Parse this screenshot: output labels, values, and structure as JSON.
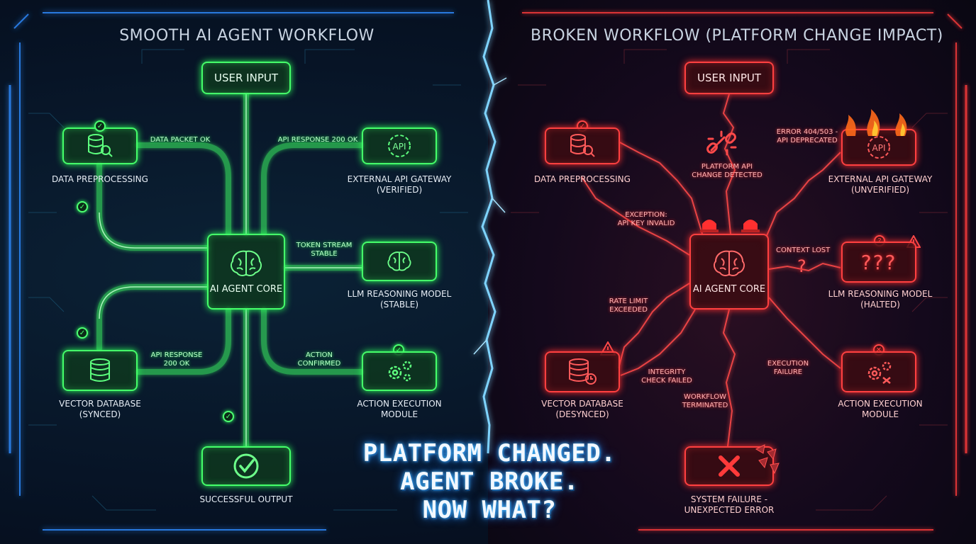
{
  "left": {
    "title": "SMOOTH AI AGENT WORKFLOW",
    "nodes": {
      "user_input": "USER INPUT",
      "data_preprocessing": "DATA PREPROCESSING",
      "external_api": [
        "EXTERNAL API GATEWAY",
        "(VERIFIED)"
      ],
      "core": "AI AGENT CORE",
      "llm": [
        "LLM REASONING MODEL",
        "(STABLE)"
      ],
      "vector_db": [
        "VECTOR DATABASE",
        "(SYNCED)"
      ],
      "action": [
        "ACTION EXECUTION",
        "MODULE"
      ],
      "output": "SUCCESSFUL OUTPUT"
    },
    "edges": {
      "data_packet": "DATA PACKET OK",
      "api_response_1": "API RESPONSE 200 OK",
      "token_stream": [
        "TOKEN STREAM",
        "STABLE"
      ],
      "api_response_2": [
        "API RESPONSE",
        "200 OK"
      ],
      "action_confirmed": [
        "ACTION",
        "CONFIRMED"
      ]
    }
  },
  "right": {
    "title": "BROKEN WORKFLOW (PLATFORM CHANGE IMPACT)",
    "nodes": {
      "user_input": "USER INPUT",
      "data_preprocessing": "DATA PREPROCESSING",
      "external_api": [
        "EXTERNAL API GATEWAY",
        "(UNVERIFIED)"
      ],
      "core": "AI AGENT CORE",
      "llm": [
        "LLM REASONING MODEL",
        "(HALTED)"
      ],
      "vector_db": [
        "VECTOR DATABASE",
        "(DESYNCED)"
      ],
      "action": [
        "ACTION EXECUTION",
        "MODULE"
      ],
      "failure": [
        "SYSTEM FAILURE -",
        "UNEXPECTED ERROR"
      ]
    },
    "edges": {
      "platform_change": [
        "PLATFORM API",
        "CHANGE DETECTED"
      ],
      "error_404": [
        "ERROR 404/503 -",
        "API DEPRECATED"
      ],
      "exception": [
        "EXCEPTION:",
        "API KEY INVALID"
      ],
      "context_lost": "CONTEXT LOST",
      "rate_limit": [
        "RATE LIMIT",
        "EXCEEDED"
      ],
      "integrity": [
        "INTEGRITY",
        "CHECK FAILED"
      ],
      "execution_failure": [
        "EXECUTION",
        "FAILURE"
      ],
      "workflow_terminated": [
        "WORKFLOW",
        "TERMINATED"
      ]
    }
  },
  "center": {
    "headline": [
      "PLATFORM CHANGED.",
      "AGENT BROKE.",
      "NOW WHAT?"
    ]
  },
  "icons": {
    "api_text": "API",
    "question_marks": "?"
  },
  "colors": {
    "green": "#45ff6a",
    "red": "#ff4040",
    "blue_divider": "#5fc8ff"
  }
}
